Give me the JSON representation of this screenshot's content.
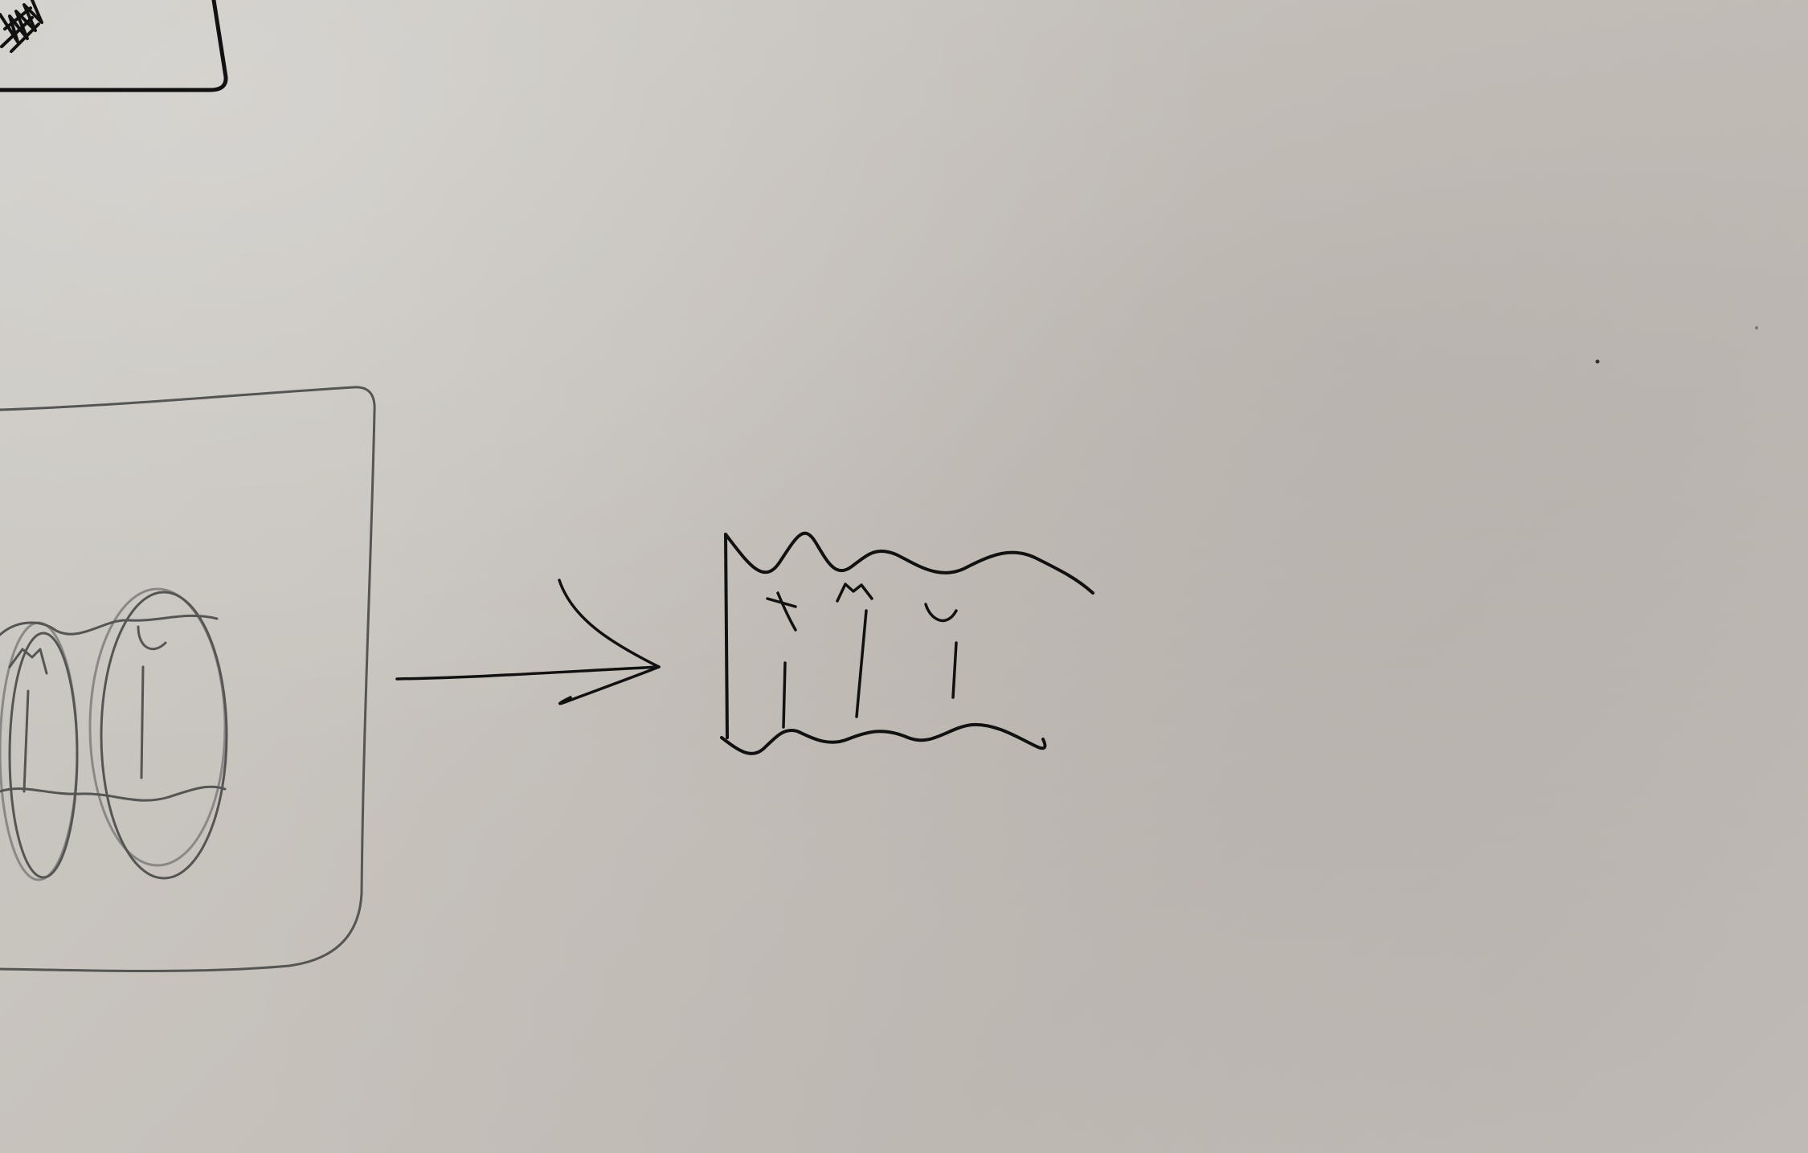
{
  "scene": {
    "subject": "whiteboard-sketch",
    "colors": {
      "board": "#c8c3be",
      "marker_dark": "#111111",
      "marker_faded": "#555553"
    }
  },
  "right_diagram": {
    "column_labels": [
      "A",
      "B",
      "C"
    ]
  },
  "left_diagram": {
    "visible_labels": [
      "B",
      "C"
    ]
  }
}
